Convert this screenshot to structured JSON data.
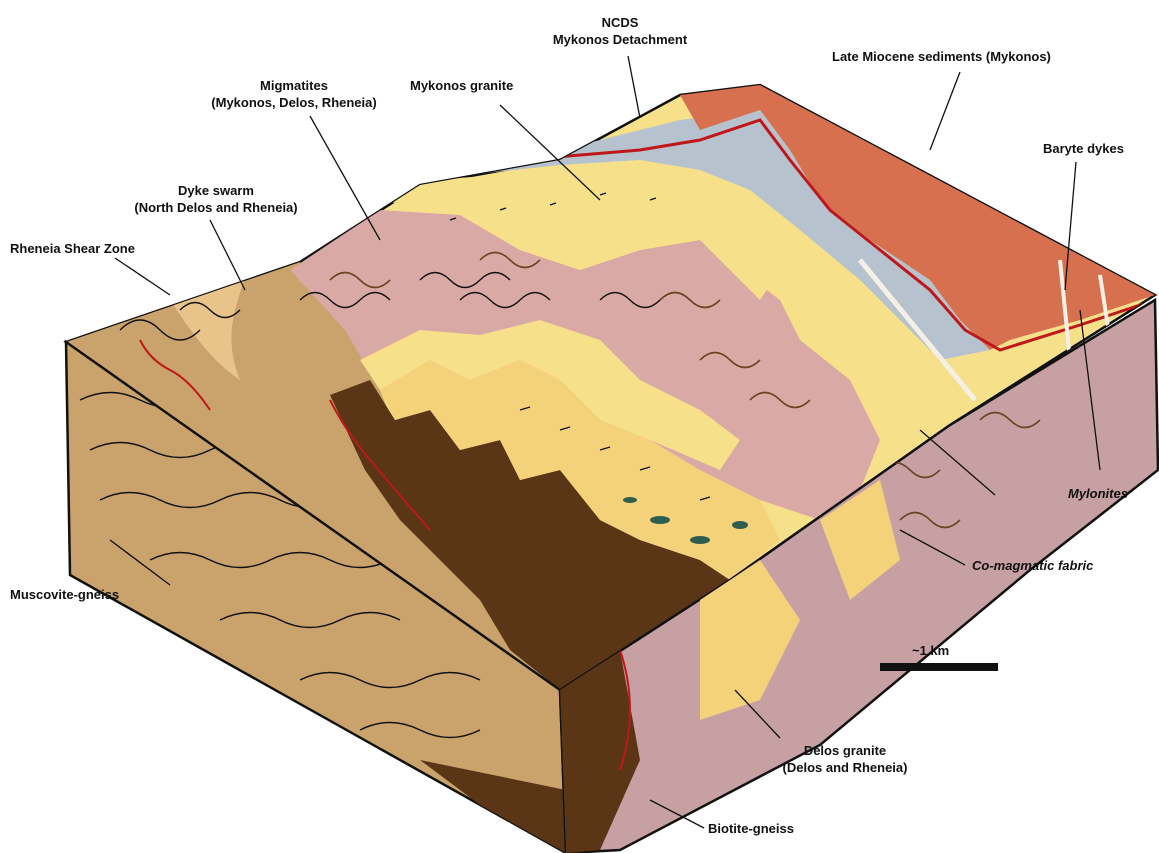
{
  "labels": {
    "ncds": "NCDS",
    "mykonos_detachment": "Mykonos Detachment",
    "late_miocene": "Late Miocene sediments (Mykonos)",
    "migmatites": "Migmatites",
    "migmatites_loc": "(Mykonos, Delos, Rheneia)",
    "mykonos_granite": "Mykonos granite",
    "baryte_dykes": "Baryte dykes",
    "dyke_swarm": "Dyke swarm",
    "dyke_swarm_loc": "(North Delos and Rheneia)",
    "rheneia_shear_zone": "Rheneia Shear Zone",
    "mylonites": "Mylonites",
    "co_magmatic_fabric": "Co-magmatic fabric",
    "scale": "~1 km",
    "muscovite_gneiss": "Muscovite-gneiss",
    "delos_granite": "Delos granite",
    "delos_granite_loc": "(Delos and Rheneia)",
    "biotite_gneiss": "Biotite-gneiss"
  },
  "colors": {
    "muscovite_gneiss": "#c9a36b",
    "biotite_gneiss": "#5a3617",
    "migmatites": "#d9a9a6",
    "granite": "#f6e08a",
    "late_miocene": "#d6704f",
    "detachment_trace": "#c0171a",
    "mylonite": "#b7c2cf"
  }
}
